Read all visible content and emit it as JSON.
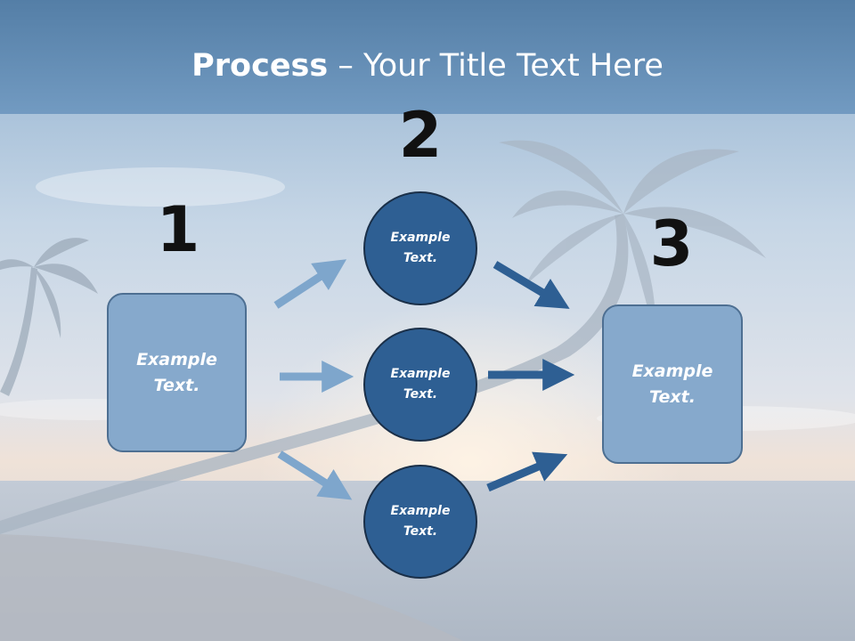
{
  "title": {
    "bold": "Process",
    "rest": " – Your Title Text Here"
  },
  "steps": {
    "one": {
      "number": "1",
      "box_text": "Example\nText."
    },
    "two": {
      "number": "2",
      "circles": [
        {
          "text": "Example\nText."
        },
        {
          "text": "Example\nText."
        },
        {
          "text": "Example\nText."
        }
      ]
    },
    "three": {
      "number": "3",
      "box_text": "Example\nText."
    }
  },
  "colors": {
    "title_band": "#5a84ad",
    "box_fill": "#86a9cc",
    "circle_fill": "#2e5f93",
    "arrow_light": "#7ea6cc",
    "arrow_dark": "#2e5f93"
  }
}
